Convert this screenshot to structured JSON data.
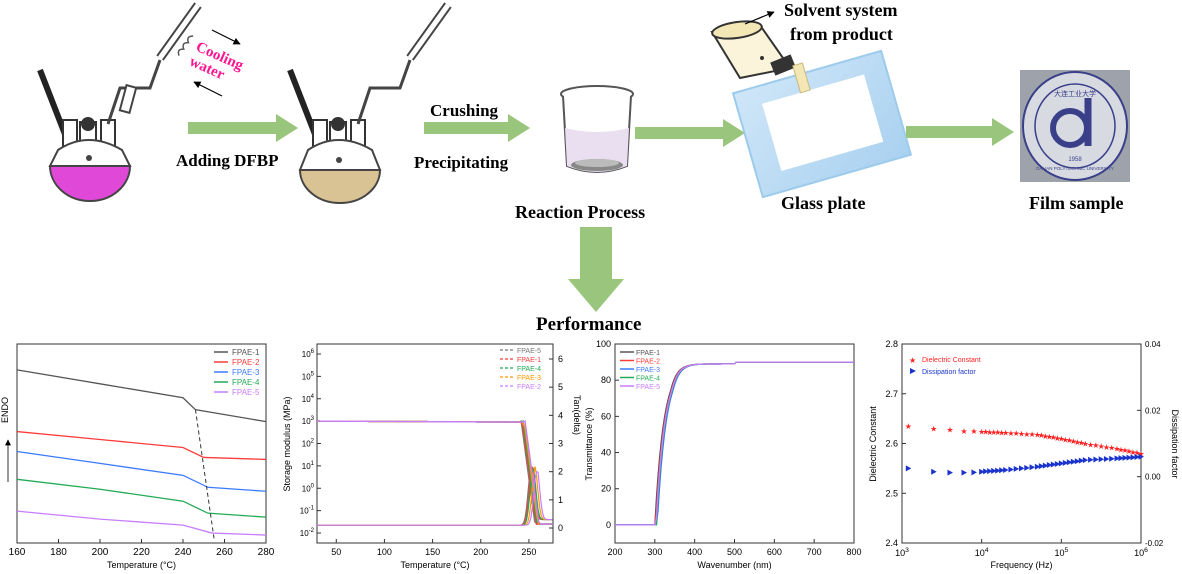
{
  "labels": {
    "cooling_water": "Cooling\nwater",
    "adding_dfbp": "Adding  DFBP",
    "crushing": "Crushing",
    "precipitating": "Precipitating",
    "reaction_process": "Reaction Process",
    "solvent_system": "Solvent system",
    "from_product": "from product",
    "glass_plate": "Glass plate",
    "film_sample": "Film  sample",
    "performance": "Performance"
  },
  "logo_text": [
    "大连工业大学",
    "1958",
    "DALIAN POLYTECHNIC UNIVERSITY"
  ],
  "colors": {
    "arrow": "#9ac57c",
    "flask1": "#e048d8",
    "flask2": "#d9c293",
    "cooling": "#ff1493",
    "glass": "#bcdcf4"
  },
  "chart_data": [
    {
      "type": "line",
      "xlabel": "Temperature (°C)",
      "ylabel": "ENDO",
      "xlim": [
        160,
        280
      ],
      "xticks": [
        "160",
        "180",
        "200",
        "220",
        "240",
        "260",
        "280"
      ],
      "legend_position": "top-right",
      "series": [
        {
          "name": "FPAE-1",
          "color": "#555555",
          "x": [
            160,
            200,
            240,
            246,
            280
          ],
          "y": [
            0.87,
            0.8,
            0.73,
            0.67,
            0.61
          ]
        },
        {
          "name": "FPAE-2",
          "color": "#ff3b3b",
          "x": [
            160,
            200,
            240,
            250,
            280
          ],
          "y": [
            0.56,
            0.52,
            0.48,
            0.43,
            0.42
          ]
        },
        {
          "name": "FPAE-3",
          "color": "#3b7bff",
          "x": [
            160,
            200,
            240,
            252,
            280
          ],
          "y": [
            0.46,
            0.4,
            0.34,
            0.28,
            0.26
          ]
        },
        {
          "name": "FPAE-4",
          "color": "#22aa55",
          "x": [
            160,
            200,
            240,
            252,
            280
          ],
          "y": [
            0.32,
            0.27,
            0.21,
            0.15,
            0.13
          ]
        },
        {
          "name": "FPAE-5",
          "color": "#c77dff",
          "x": [
            160,
            200,
            240,
            254,
            280
          ],
          "y": [
            0.16,
            0.12,
            0.09,
            0.05,
            0.04
          ]
        }
      ]
    },
    {
      "type": "line",
      "xlabel": "Temperature (°C)",
      "ylabel": "Storage modulus (MPa)",
      "y2label": "Tan(delta)",
      "xlim": [
        30,
        275
      ],
      "xticks": [
        "50",
        "100",
        "150",
        "200",
        "250"
      ],
      "yticks": [
        "10^-2",
        "10^-1",
        "10^0",
        "10^1",
        "10^2",
        "10^3",
        "10^4",
        "10^5",
        "10^6"
      ],
      "y2ticks": [
        "0",
        "1",
        "2",
        "3",
        "4",
        "5",
        "6"
      ],
      "legend_position": "top-right",
      "legend": [
        "FPAE-5",
        "FPAE-1",
        "FPAE-4",
        "FPAE-3",
        "FPAE-2"
      ],
      "series": [
        {
          "name": "FPAE-5",
          "color": "#777777",
          "onset": 242,
          "peak": 252
        },
        {
          "name": "FPAE-1",
          "color": "#ff3b3b",
          "onset": 243,
          "peak": 253
        },
        {
          "name": "FPAE-4",
          "color": "#22aa55",
          "onset": 244,
          "peak": 254
        },
        {
          "name": "FPAE-3",
          "color": "#ff9900",
          "onset": 245,
          "peak": 256
        },
        {
          "name": "FPAE-2",
          "color": "#c77dff",
          "onset": 246,
          "peak": 258
        }
      ]
    },
    {
      "type": "line",
      "xlabel": "Wavenumber (nm)",
      "ylabel": "Transmittance (%)",
      "xlim": [
        200,
        800
      ],
      "ylim": [
        -10,
        100
      ],
      "xticks": [
        "200",
        "300",
        "400",
        "500",
        "600",
        "700",
        "800"
      ],
      "yticks": [
        "0",
        "20",
        "40",
        "60",
        "80",
        "100"
      ],
      "legend_position": "top-left",
      "series": [
        {
          "name": "FPAE-1",
          "color": "#555555",
          "cut": 300
        },
        {
          "name": "FPAE-2",
          "color": "#ff3b3b",
          "cut": 302
        },
        {
          "name": "FPAE-3",
          "color": "#3b7bff",
          "cut": 306
        },
        {
          "name": "FPAE-4",
          "color": "#22aa55",
          "cut": 304
        },
        {
          "name": "FPAE-5",
          "color": "#c77dff",
          "cut": 303
        }
      ]
    },
    {
      "type": "scatter",
      "xlabel": "Frequency (Hz)",
      "ylabel": "Dielectric Constant",
      "y2label": "Dissipation factor",
      "xlim_log10": [
        3,
        6
      ],
      "ylim": [
        2.4,
        2.8
      ],
      "y2lim": [
        -0.02,
        0.04
      ],
      "xticks": [
        "10^3",
        "10^4",
        "10^5",
        "10^6"
      ],
      "yticks": [
        "2.4",
        "2.5",
        "2.6",
        "2.7",
        "2.8"
      ],
      "y2ticks": [
        "-0.02",
        "0.00",
        "0.02",
        "0.04"
      ],
      "legend_position": "top-left",
      "series": [
        {
          "name": "Dielectric Constant",
          "color": "#ff2222",
          "marker": "star",
          "x": [
            1200,
            2500,
            4000,
            6000,
            8000,
            10000,
            20000,
            50000,
            100000,
            200000,
            500000,
            1000000
          ],
          "y": [
            2.635,
            2.63,
            2.628,
            2.625,
            2.625,
            2.624,
            2.622,
            2.618,
            2.61,
            2.6,
            2.59,
            2.58
          ]
        },
        {
          "name": "Dissipation factor",
          "color": "#1a33cc",
          "marker": "triangle",
          "x": [
            1200,
            2500,
            4000,
            6000,
            8000,
            10000,
            20000,
            50000,
            100000,
            200000,
            500000,
            1000000
          ],
          "y": [
            0.0025,
            0.0015,
            0.0012,
            0.0012,
            0.0013,
            0.0015,
            0.002,
            0.003,
            0.004,
            0.005,
            0.0055,
            0.006
          ]
        }
      ]
    }
  ]
}
